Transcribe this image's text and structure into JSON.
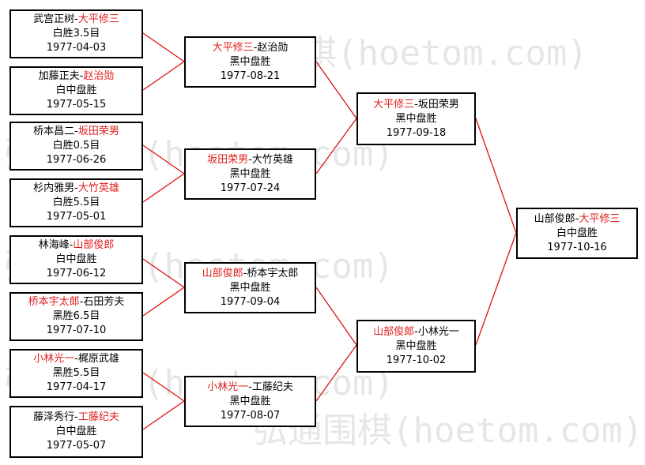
{
  "watermark": "弘通围棋(hoetom.com)",
  "matches": [
    {
      "id": "r1-1",
      "p1": "武宫正树",
      "p2": "大平修三",
      "winner": 2,
      "result": "白胜3.5目",
      "date": "1977-04-03"
    },
    {
      "id": "r1-2",
      "p1": "加藤正夫",
      "p2": "赵治勋",
      "winner": 2,
      "result": "白中盘胜",
      "date": "1977-05-15"
    },
    {
      "id": "r1-3",
      "p1": "桥本昌二",
      "p2": "坂田荣男",
      "winner": 2,
      "result": "白胜0.5目",
      "date": "1977-06-26"
    },
    {
      "id": "r1-4",
      "p1": "杉内雅男",
      "p2": "大竹英雄",
      "winner": 2,
      "result": "白胜5.5目",
      "date": "1977-05-01"
    },
    {
      "id": "r1-5",
      "p1": "林海峰",
      "p2": "山部俊郎",
      "winner": 2,
      "result": "白中盘胜",
      "date": "1977-06-12"
    },
    {
      "id": "r1-6",
      "p1": "桥本宇太郎",
      "p2": "石田芳夫",
      "winner": 1,
      "result": "黑胜6.5目",
      "date": "1977-07-10"
    },
    {
      "id": "r1-7",
      "p1": "小林光一",
      "p2": "梶原武雄",
      "winner": 1,
      "result": "黑胜5.5目",
      "date": "1977-04-17"
    },
    {
      "id": "r1-8",
      "p1": "藤泽秀行",
      "p2": "工藤纪夫",
      "winner": 2,
      "result": "白中盘胜",
      "date": "1977-05-07"
    },
    {
      "id": "r2-1",
      "p1": "大平修三",
      "p2": "赵治勋",
      "winner": 1,
      "result": "黑中盘胜",
      "date": "1977-08-21"
    },
    {
      "id": "r2-2",
      "p1": "坂田荣男",
      "p2": "大竹英雄",
      "winner": 1,
      "result": "黑中盘胜",
      "date": "1977-07-24"
    },
    {
      "id": "r2-3",
      "p1": "山部俊郎",
      "p2": "桥本宇太郎",
      "winner": 1,
      "result": "黑中盘胜",
      "date": "1977-09-04"
    },
    {
      "id": "r2-4",
      "p1": "小林光一",
      "p2": "工藤纪夫",
      "winner": 1,
      "result": "黑中盘胜",
      "date": "1977-08-07"
    },
    {
      "id": "r3-1",
      "p1": "大平修三",
      "p2": "坂田荣男",
      "winner": 1,
      "result": "黑中盘胜",
      "date": "1977-09-18"
    },
    {
      "id": "r3-2",
      "p1": "山部俊郎",
      "p2": "小林光一",
      "winner": 1,
      "result": "黑中盘胜",
      "date": "1977-10-02"
    },
    {
      "id": "final",
      "p1": "山部俊郎",
      "p2": "大平修三",
      "winner": 2,
      "result": "白中盘胜",
      "date": "1977-10-16"
    }
  ]
}
